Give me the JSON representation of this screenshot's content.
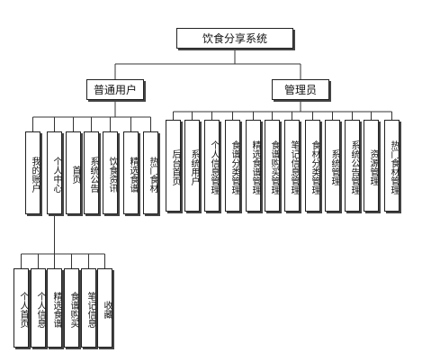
{
  "root": "饮食分享系统",
  "branches": [
    {
      "label": "普通用户",
      "children": [
        "我的账户",
        "个人中心",
        "首页",
        "系统公告",
        "饮食资讯",
        "精选食谱",
        "热门食材"
      ]
    },
    {
      "label": "管理员",
      "children": [
        "后台首页",
        "系统用户",
        "个人信息管理",
        "食谱分类管理",
        "精选食谱管理",
        "食谱购买管理",
        "笔记信息管理",
        "食材分类管理",
        "系统管理",
        "系统公告管理",
        "资源管理",
        "热门食材管理"
      ]
    }
  ],
  "sub_branch": {
    "parent": "个人中心",
    "children": [
      "个人首页",
      "个人信息",
      "精选食谱",
      "食谱购买",
      "笔记信息",
      "收藏"
    ]
  }
}
